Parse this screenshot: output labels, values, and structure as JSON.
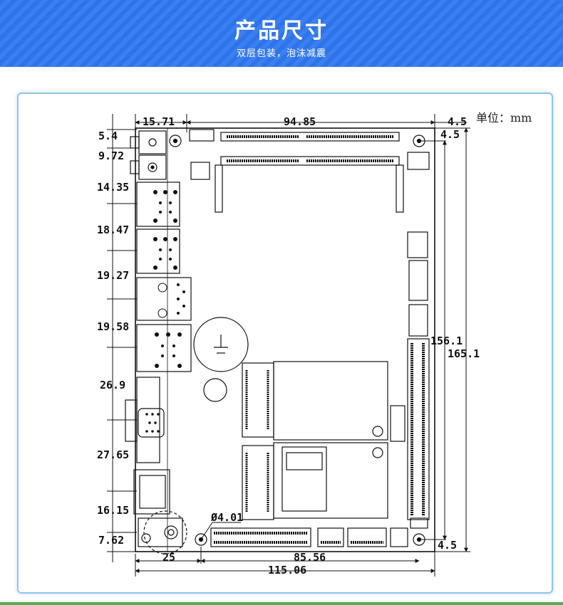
{
  "header": {
    "title": "产品尺寸",
    "subtitle": "双层包装，泡沫减震"
  },
  "diagram": {
    "unit_label": "单位：mm",
    "dimensions": {
      "top_left_width": "15.71",
      "top_span": "94.85",
      "top_right_offset": "4.5",
      "top_right_offset_2": "4.5",
      "left_1": "5.4",
      "left_2": "9.72",
      "left_3": "14.35",
      "left_4": "18.47",
      "left_5": "19.27",
      "left_6": "19.58",
      "left_7": "26.9",
      "left_8": "27.65",
      "left_9": "16.15",
      "left_10": "7.62",
      "hole_diameter": "Ø4.01",
      "bottom_left": "25",
      "bottom_span": "85.56",
      "bottom_total": "115.06",
      "right_inner_height": "156.1",
      "right_outer_height": "165.1",
      "bottom_right_offset": "4.5"
    }
  },
  "colors": {
    "banner_blue": "#2f73e8",
    "frame_border": "#8fc4ea",
    "line": "#111111"
  }
}
